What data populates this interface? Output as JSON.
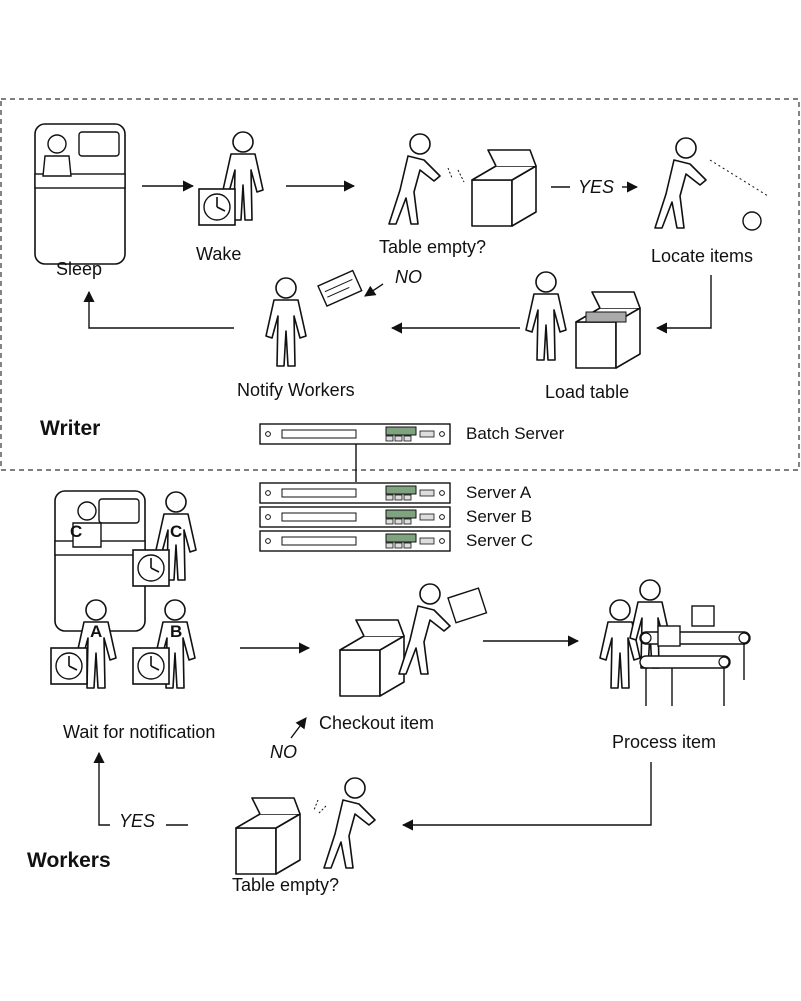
{
  "sections": {
    "writer": "Writer",
    "workers": "Workers"
  },
  "writer_steps": {
    "sleep": "Sleep",
    "wake": "Wake",
    "table_empty": "Table empty?",
    "locate_items": "Locate items",
    "load_table": "Load table",
    "notify_workers": "Notify Workers"
  },
  "writer_branches": {
    "yes": "YES",
    "no": "NO"
  },
  "servers": {
    "batch": "Batch Server",
    "a": "Server A",
    "b": "Server B",
    "c": "Server C"
  },
  "worker_steps": {
    "wait": "Wait for notification",
    "checkout": "Checkout item",
    "process": "Process item",
    "table_empty": "Table empty?"
  },
  "worker_branches": {
    "yes": "YES",
    "no": "NO"
  },
  "worker_badges": {
    "a": "A",
    "b": "B",
    "c1": "C",
    "c2": "C"
  }
}
